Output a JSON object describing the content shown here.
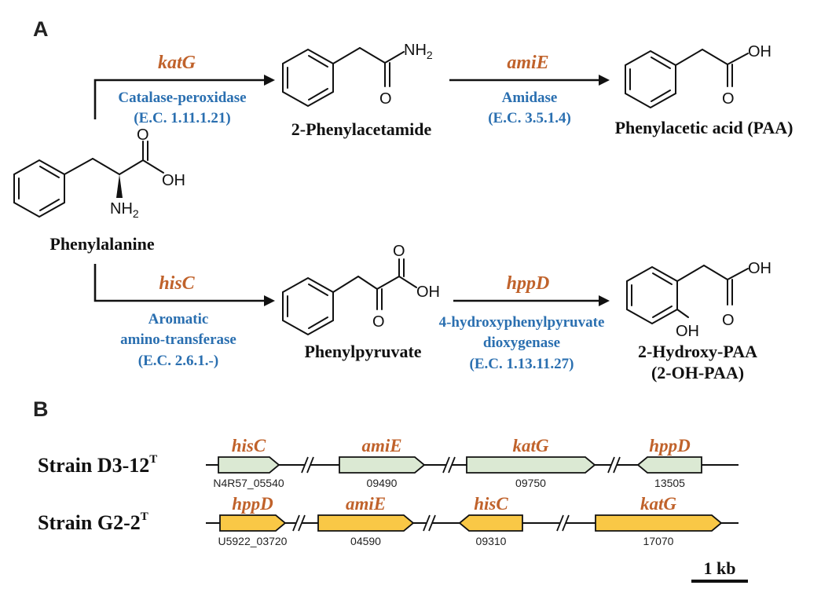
{
  "panels": {
    "a": "A",
    "b": "B"
  },
  "colors": {
    "gene": "#c0622b",
    "enzyme": "#2a6fb0",
    "d3_fill": "#dbe9d3",
    "g2_fill": "#f9c846"
  },
  "compounds": {
    "phenylalanine": "Phenylalanine",
    "phenylacetamide": "2-Phenylacetamide",
    "paa": "Phenylacetic acid (PAA)",
    "phenylpyruvate": "Phenylpyruvate",
    "ohpaa_line1": "2-Hydroxy-PAA",
    "ohpaa_line2": "(2-OH-PAA)"
  },
  "atoms": {
    "oxygen": "O",
    "hydroxyl": "OH",
    "hydroxyl_left": "OH",
    "amine_nh": "NH",
    "subscript_2": "2"
  },
  "reactions": {
    "katg": {
      "gene": "katG",
      "enzyme": "Catalase-peroxidase",
      "ec": "(E.C. 1.11.1.21)"
    },
    "amie": {
      "gene": "amiE",
      "enzyme": "Amidase",
      "ec": "(E.C. 3.5.1.4)"
    },
    "hisc": {
      "gene": "hisC",
      "enzyme_line1": "Aromatic",
      "enzyme_line2": "amino-transferase",
      "ec": "(E.C. 2.6.1.-)"
    },
    "hppd": {
      "gene": "hppD",
      "enzyme_line1": "4-hydroxyphenylpyruvate",
      "enzyme_line2": "dioxygenase",
      "ec": "(E.C. 1.13.11.27)"
    }
  },
  "strains": [
    {
      "name": "Strain D3-12",
      "superscript": "T",
      "genes": [
        {
          "name": "hisC",
          "locus": "N4R57_05540",
          "direction": "forward"
        },
        {
          "name": "amiE",
          "locus": "09490",
          "direction": "forward"
        },
        {
          "name": "katG",
          "locus": "09750",
          "direction": "forward"
        },
        {
          "name": "hppD",
          "locus": "13505",
          "direction": "reverse"
        }
      ]
    },
    {
      "name": "Strain G2-2",
      "superscript": "T",
      "genes": [
        {
          "name": "hppD",
          "locus": "U5922_03720",
          "direction": "forward"
        },
        {
          "name": "amiE",
          "locus": "04590",
          "direction": "forward"
        },
        {
          "name": "hisC",
          "locus": "09310",
          "direction": "reverse"
        },
        {
          "name": "katG",
          "locus": "17070",
          "direction": "forward"
        }
      ]
    }
  ],
  "scale_bar": {
    "label": "1 kb"
  }
}
